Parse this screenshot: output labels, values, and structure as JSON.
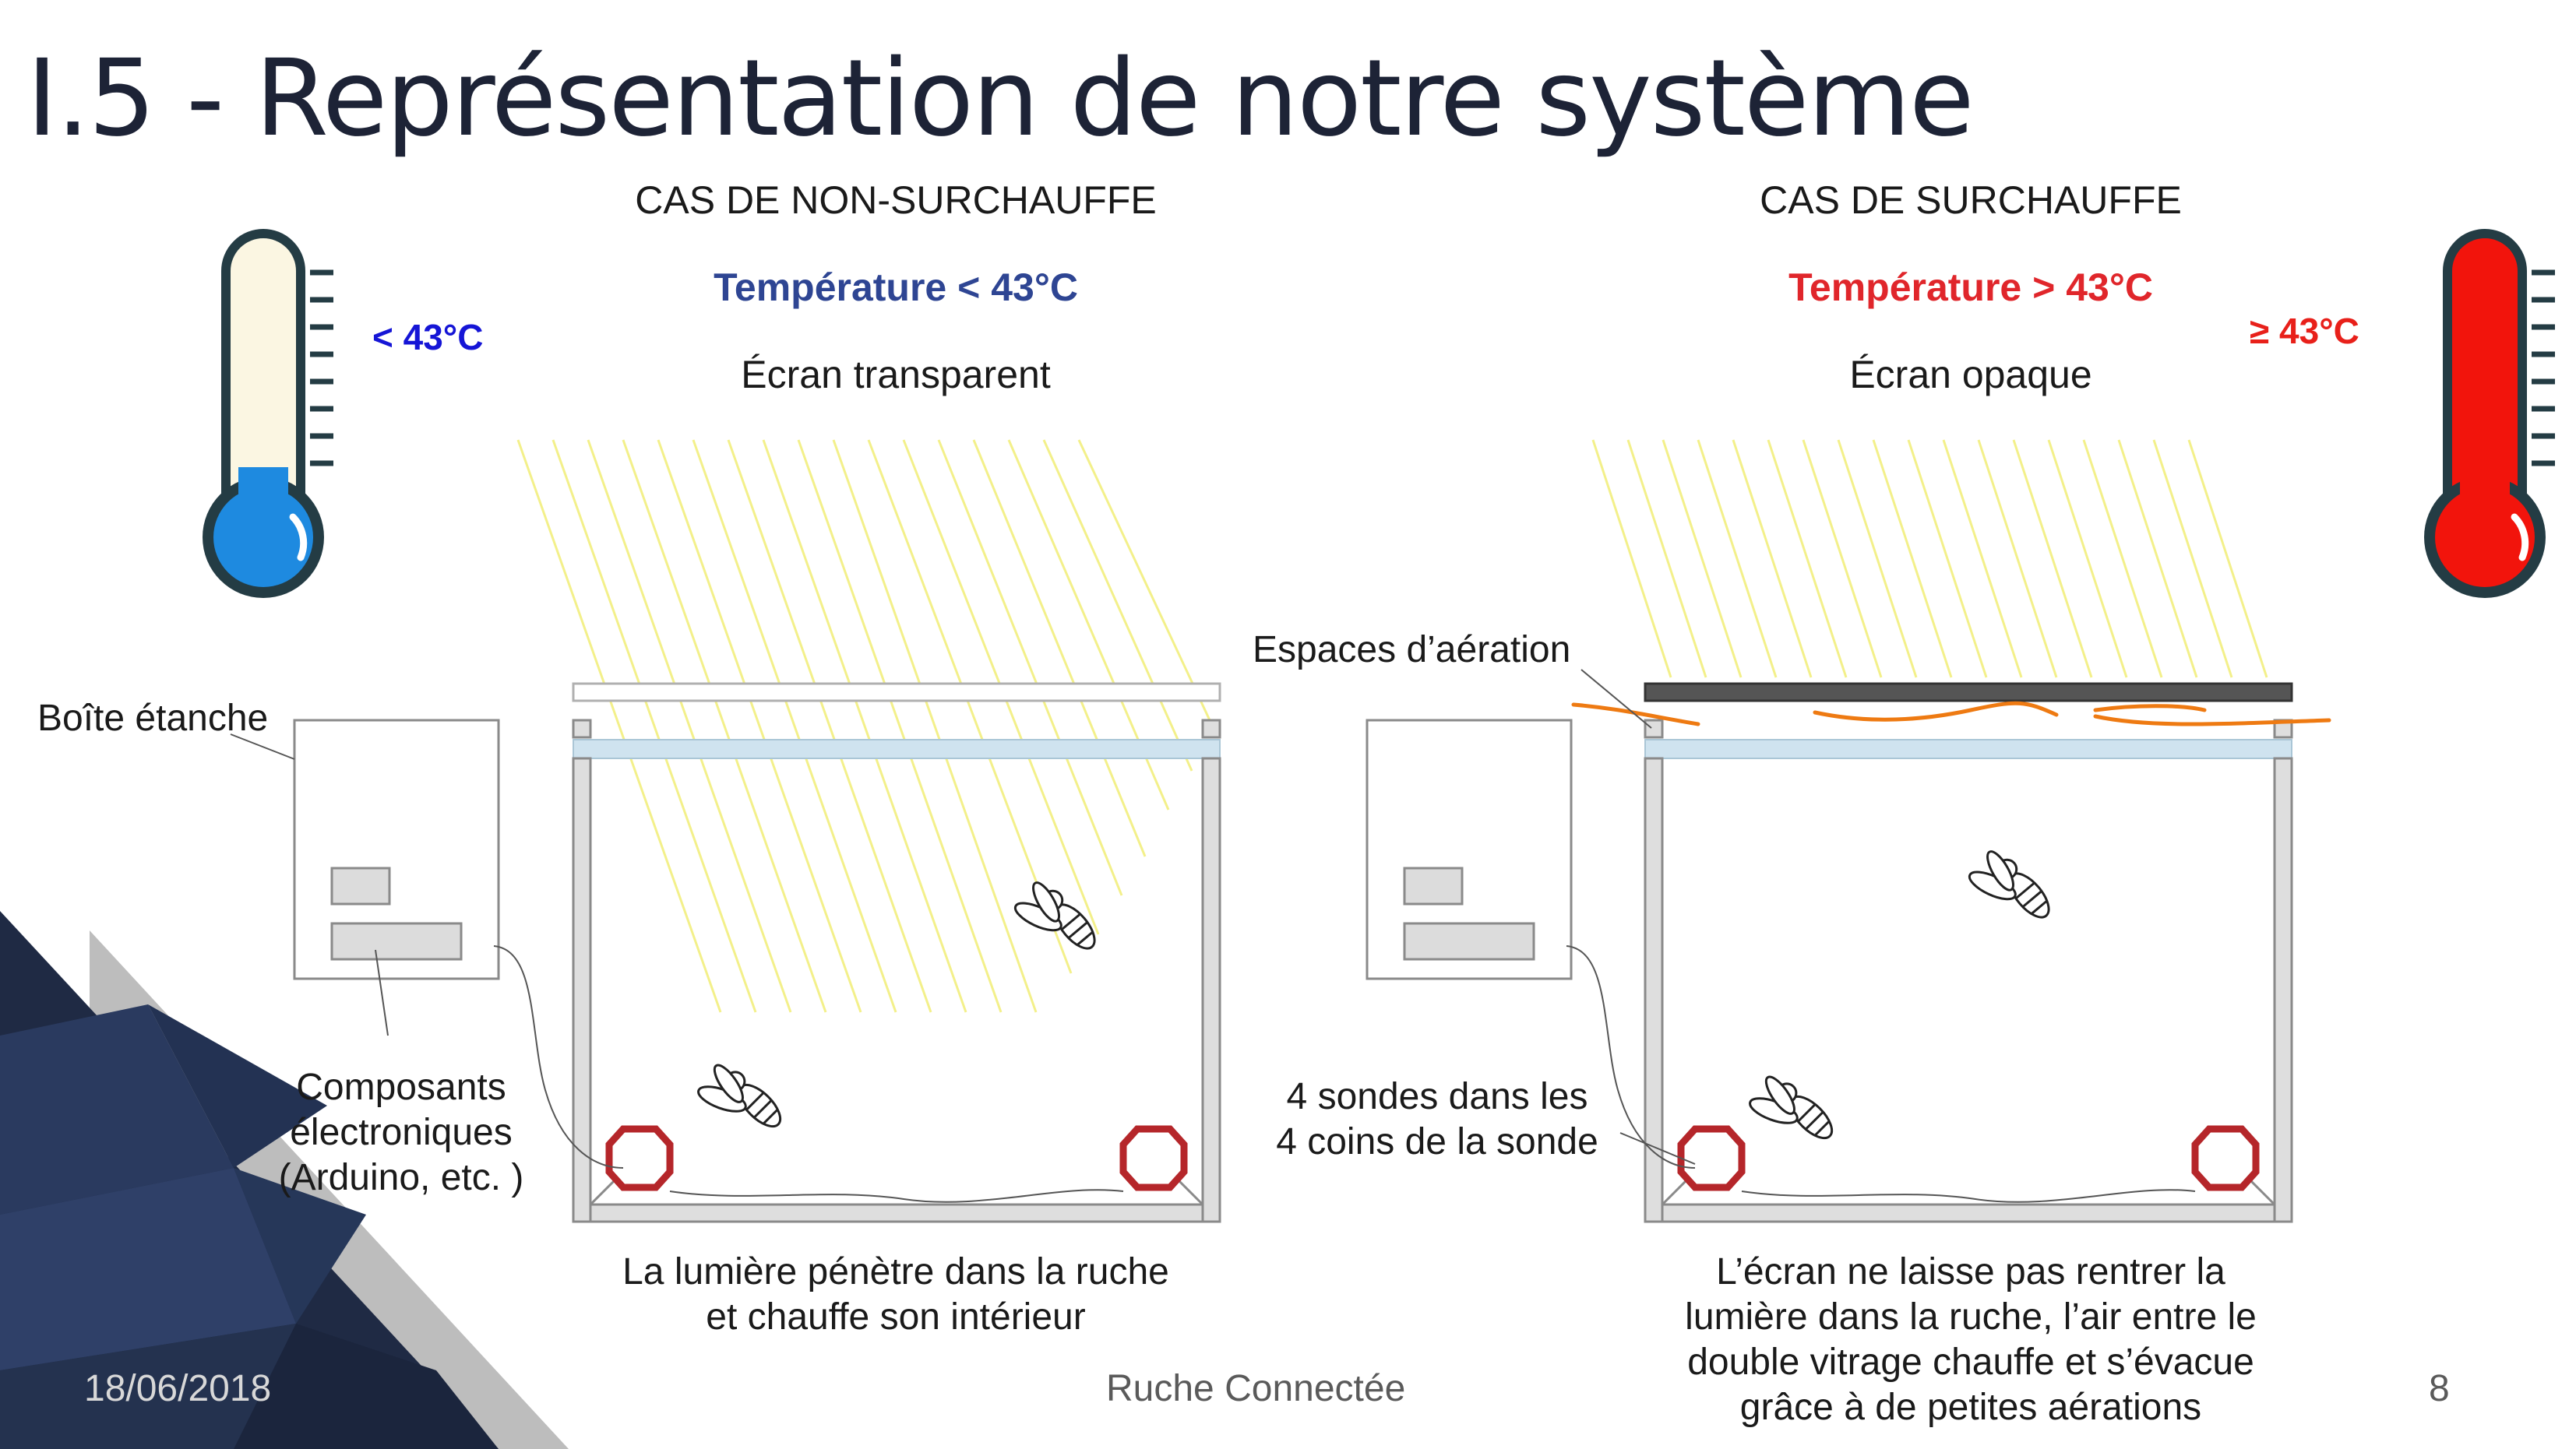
{
  "slide": {
    "title": "I.5 - Représentation de notre système",
    "date": "18/06/2018",
    "footer_center": "Ruche Connectée",
    "page_number": "8"
  },
  "left_case": {
    "heading": "CAS DE NON-SURCHAUFFE",
    "temperature": "Température < 43°C",
    "screen_state": "Écran transparent",
    "thermometer_label": "< 43°C",
    "caption_line1": "La lumière pénètre dans la ruche",
    "caption_line2": "et chauffe son intérieur",
    "label_box": "Boîte étanche",
    "label_components_1": "Composants",
    "label_components_2": "électroniques",
    "label_components_3": "(Arduino, etc. )"
  },
  "right_case": {
    "heading": "CAS DE SURCHAUFFE",
    "temperature": "Température > 43°C",
    "screen_state": "Écran opaque",
    "thermometer_label": "≥ 43°C",
    "label_vents": "Espaces d’aération",
    "label_probes_1": "4 sondes dans les",
    "label_probes_2": "4 coins de la sonde",
    "caption_line1": "L’écran ne laisse pas rentrer la",
    "caption_line2": "lumière dans la ruche, l’air entre le",
    "caption_line3": "double vitrage chauffe et s’évacue",
    "caption_line4": "grâce à de petites aérations"
  },
  "colors": {
    "title": "#1d2336",
    "cold": "#1e8ae0",
    "hot": "#f2140c",
    "probe": "#b5262a",
    "glass": "#cfe3ef",
    "opaque_screen": "#555555",
    "light_rays": "#f3f08a",
    "air_flow": "#ee7a12"
  }
}
